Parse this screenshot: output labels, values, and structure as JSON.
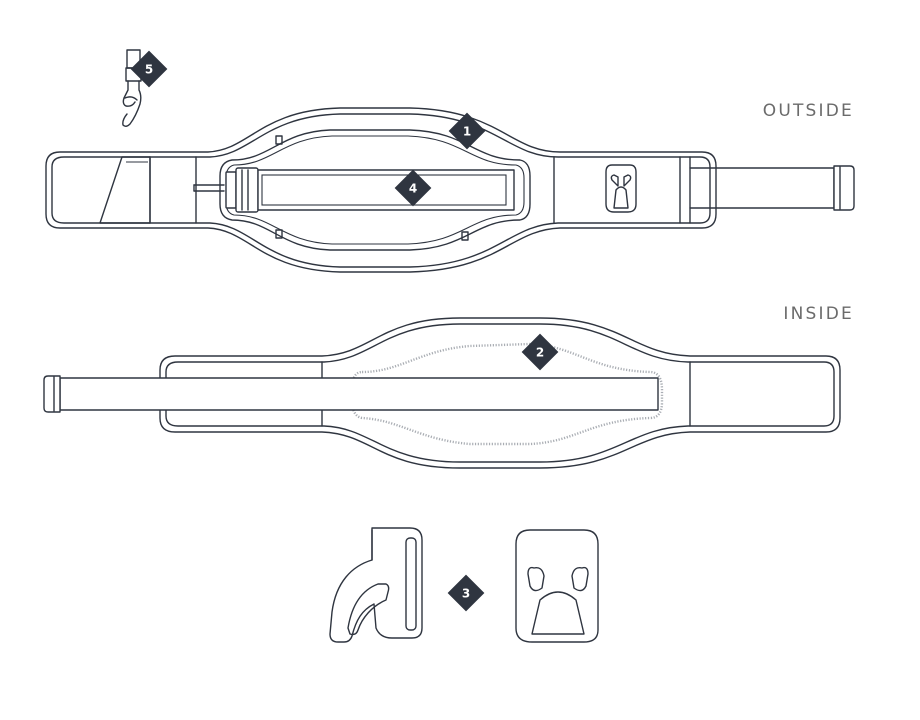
{
  "labels": {
    "outside": "OUTSIDE",
    "inside": "INSIDE"
  },
  "callouts": [
    "1",
    "2",
    "3",
    "4",
    "5"
  ],
  "colors": {
    "line": "#2f3540",
    "marker": "#2f3540",
    "label": "#6b6b6b",
    "dotted": "#a9adb3"
  }
}
